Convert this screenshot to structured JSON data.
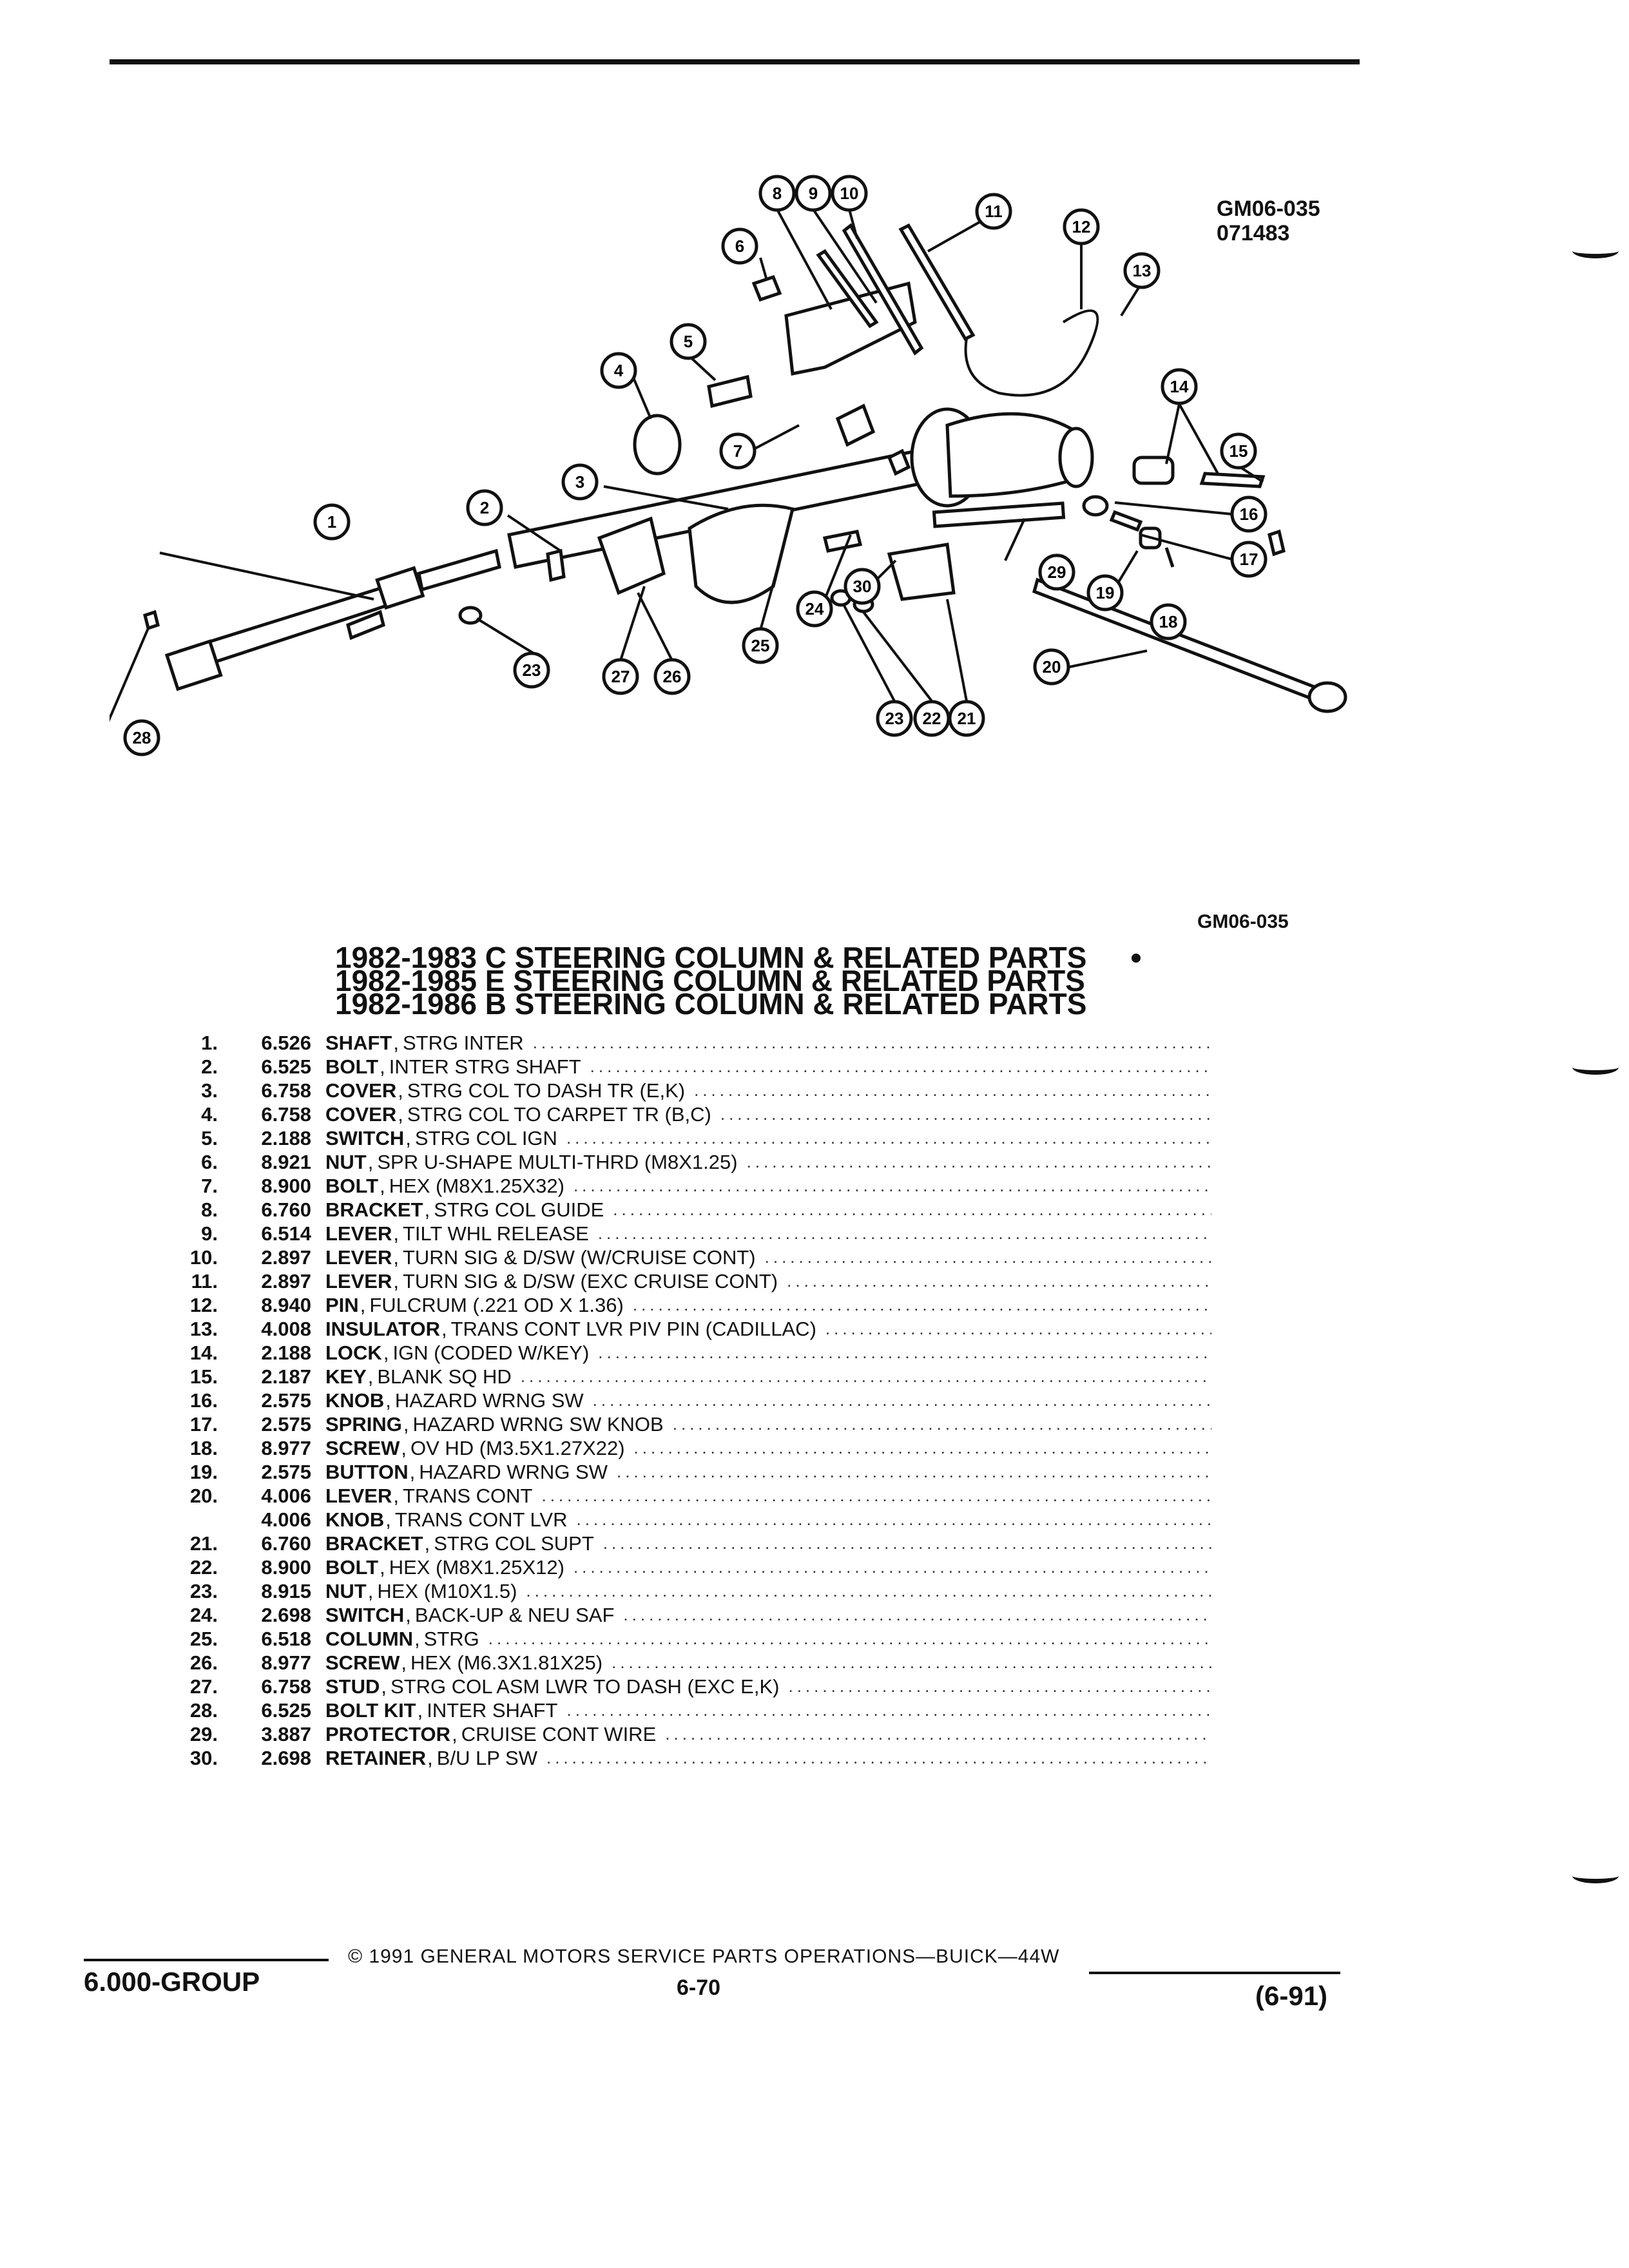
{
  "header": {
    "ref_code": "GM06-035",
    "ref_number": "071483"
  },
  "diagram": {
    "callouts": [
      "1",
      "2",
      "3",
      "4",
      "5",
      "6",
      "7",
      "8",
      "9",
      "10",
      "11",
      "12",
      "13",
      "14",
      "15",
      "16",
      "17",
      "18",
      "19",
      "20",
      "21",
      "22",
      "23",
      "23",
      "24",
      "25",
      "26",
      "27",
      "28",
      "29",
      "30"
    ],
    "caption": "GM06-035"
  },
  "titles": [
    "1982-1983 C STEERING COLUMN & RELATED PARTS",
    "1982-1985 E STEERING COLUMN & RELATED PARTS",
    "1982-1986 B STEERING COLUMN & RELATED PARTS"
  ],
  "parts": [
    {
      "num": "1.",
      "code": "6.526",
      "name": "SHAFT",
      "desc": "STRG INTER"
    },
    {
      "num": "2.",
      "code": "6.525",
      "name": "BOLT",
      "desc": "INTER STRG SHAFT"
    },
    {
      "num": "3.",
      "code": "6.758",
      "name": "COVER",
      "desc": "STRG COL TO DASH TR (E,K)"
    },
    {
      "num": "4.",
      "code": "6.758",
      "name": "COVER",
      "desc": "STRG COL TO CARPET TR (B,C)"
    },
    {
      "num": "5.",
      "code": "2.188",
      "name": "SWITCH",
      "desc": "STRG COL IGN"
    },
    {
      "num": "6.",
      "code": "8.921",
      "name": "NUT",
      "desc": "SPR U-SHAPE MULTI-THRD (M8X1.25)"
    },
    {
      "num": "7.",
      "code": "8.900",
      "name": "BOLT",
      "desc": "HEX (M8X1.25X32)"
    },
    {
      "num": "8.",
      "code": "6.760",
      "name": "BRACKET",
      "desc": "STRG COL GUIDE"
    },
    {
      "num": "9.",
      "code": "6.514",
      "name": "LEVER",
      "desc": "TILT WHL RELEASE"
    },
    {
      "num": "10.",
      "code": "2.897",
      "name": "LEVER",
      "desc": "TURN SIG & D/SW (W/CRUISE CONT)"
    },
    {
      "num": "11.",
      "code": "2.897",
      "name": "LEVER",
      "desc": "TURN SIG & D/SW (EXC CRUISE CONT)"
    },
    {
      "num": "12.",
      "code": "8.940",
      "name": "PIN",
      "desc": "FULCRUM (.221 OD X 1.36)"
    },
    {
      "num": "13.",
      "code": "4.008",
      "name": "INSULATOR",
      "desc": "TRANS CONT LVR PIV PIN (CADILLAC)"
    },
    {
      "num": "14.",
      "code": "2.188",
      "name": "LOCK",
      "desc": "IGN (CODED W/KEY)"
    },
    {
      "num": "15.",
      "code": "2.187",
      "name": "KEY",
      "desc": "BLANK SQ HD"
    },
    {
      "num": "16.",
      "code": "2.575",
      "name": "KNOB",
      "desc": "HAZARD WRNG SW"
    },
    {
      "num": "17.",
      "code": "2.575",
      "name": "SPRING",
      "desc": "HAZARD WRNG SW KNOB"
    },
    {
      "num": "18.",
      "code": "8.977",
      "name": "SCREW",
      "desc": "OV HD (M3.5X1.27X22)"
    },
    {
      "num": "19.",
      "code": "2.575",
      "name": "BUTTON",
      "desc": "HAZARD WRNG SW"
    },
    {
      "num": "20.",
      "code": "4.006",
      "name": "LEVER",
      "desc": "TRANS CONT"
    },
    {
      "num": "",
      "code": "4.006",
      "name": "KNOB",
      "desc": "TRANS CONT LVR"
    },
    {
      "num": "21.",
      "code": "6.760",
      "name": "BRACKET",
      "desc": "STRG COL SUPT"
    },
    {
      "num": "22.",
      "code": "8.900",
      "name": "BOLT",
      "desc": "HEX (M8X1.25X12)"
    },
    {
      "num": "23.",
      "code": "8.915",
      "name": "NUT",
      "desc": "HEX (M10X1.5)"
    },
    {
      "num": "24.",
      "code": "2.698",
      "name": "SWITCH",
      "desc": "BACK-UP & NEU SAF"
    },
    {
      "num": "25.",
      "code": "6.518",
      "name": "COLUMN",
      "desc": "STRG"
    },
    {
      "num": "26.",
      "code": "8.977",
      "name": "SCREW",
      "desc": "HEX (M6.3X1.81X25)"
    },
    {
      "num": "27.",
      "code": "6.758",
      "name": "STUD",
      "desc": "STRG COL ASM LWR TO DASH (EXC E,K)"
    },
    {
      "num": "28.",
      "code": "6.525",
      "name": "BOLT KIT",
      "desc": "INTER SHAFT"
    },
    {
      "num": "29.",
      "code": "3.887",
      "name": "PROTECTOR",
      "desc": "CRUISE CONT WIRE"
    },
    {
      "num": "30.",
      "code": "2.698",
      "name": "RETAINER",
      "desc": "B/U LP SW"
    }
  ],
  "footer": {
    "copyright": "© 1991 GENERAL MOTORS SERVICE PARTS OPERATIONS—BUICK—44W",
    "group": "6.000-GROUP",
    "page": "6-70",
    "date": "(6-91)"
  }
}
